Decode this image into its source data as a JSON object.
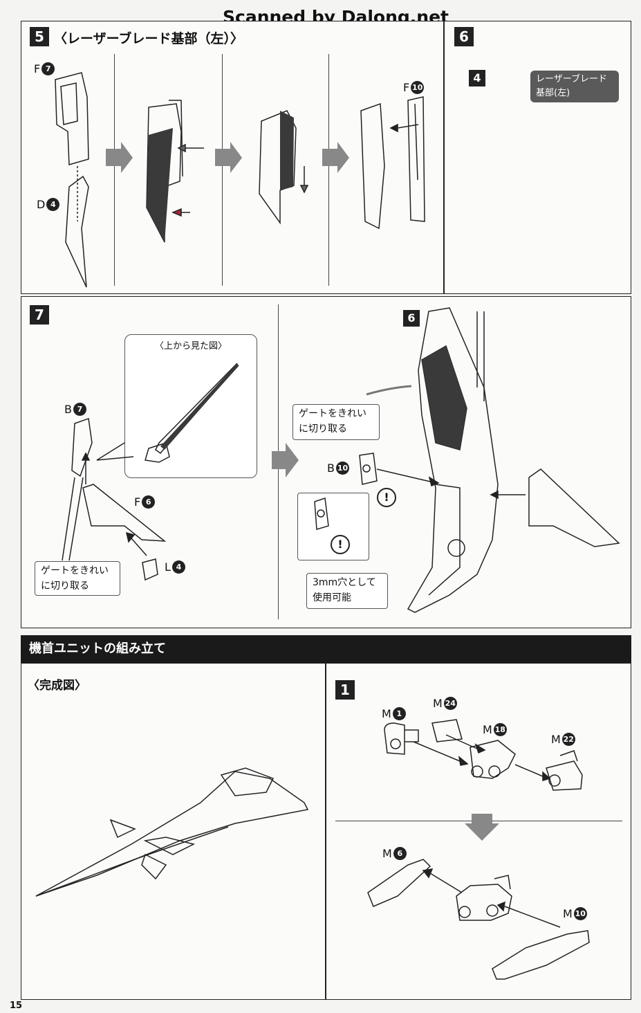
{
  "watermark": "Scanned by Dalong.net",
  "step5": {
    "num": "5",
    "title": "〈レーザーブレード基部（左）〉",
    "parts": [
      {
        "letter": "F",
        "num": "7"
      },
      {
        "letter": "D",
        "num": "4"
      },
      {
        "letter": "F",
        "num": "10"
      }
    ]
  },
  "step6": {
    "num": "6",
    "sub_num": "4",
    "tag": "レーザーブレード基部(左)"
  },
  "step7": {
    "num": "7",
    "topview": "〈上から見た図〉",
    "parts": [
      {
        "letter": "B",
        "num": "7"
      },
      {
        "letter": "F",
        "num": "6"
      },
      {
        "letter": "L",
        "num": "4"
      },
      {
        "letter": "B",
        "num": "10"
      }
    ],
    "gate_note_1": "ゲートをきれい\nに切り取る",
    "gate_note_2": "ゲートをきれい\nに切り取る",
    "hole_note": "3mm穴として\n使用可能",
    "sub_num": "6",
    "warn": "!"
  },
  "section": {
    "title": "機首ユニットの組み立て",
    "complete": "〈完成図〉"
  },
  "step1": {
    "num": "1",
    "parts": [
      {
        "letter": "M",
        "num": "1"
      },
      {
        "letter": "M",
        "num": "24"
      },
      {
        "letter": "M",
        "num": "18"
      },
      {
        "letter": "M",
        "num": "22"
      },
      {
        "letter": "M",
        "num": "6"
      },
      {
        "letter": "M",
        "num": "10"
      }
    ]
  },
  "page_number": "15"
}
